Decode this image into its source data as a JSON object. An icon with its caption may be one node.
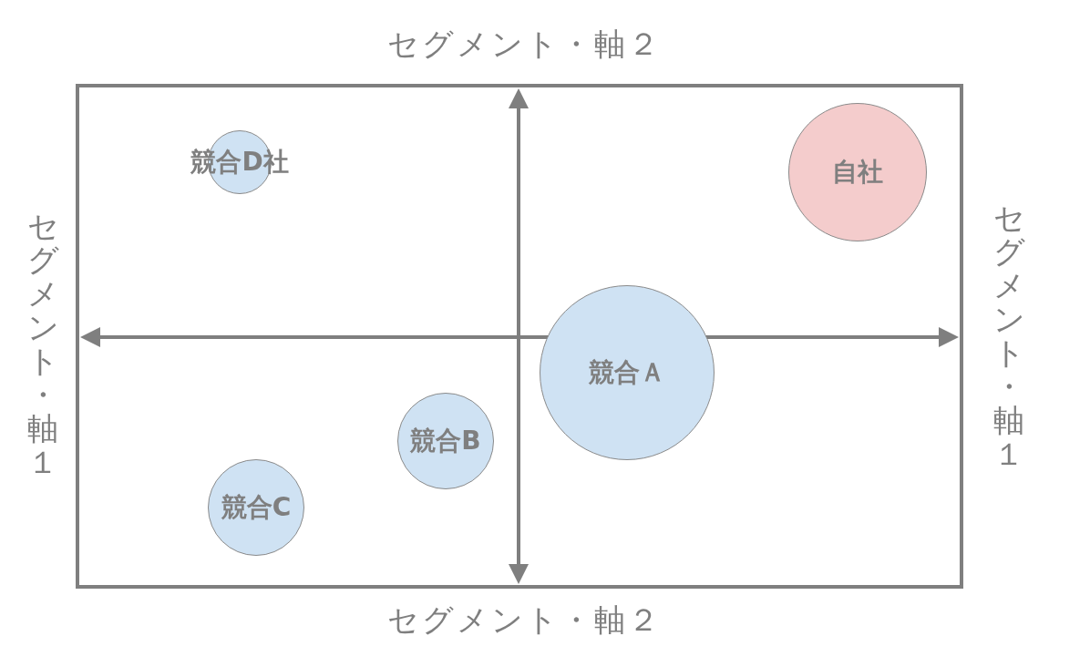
{
  "diagram": {
    "nodes": [
      {
        "text": [
          "競合D社"
        ]
      },
      {
        "text": [
          "自社"
        ]
      },
      {
        "text": [
          "競合Ａ"
        ]
      },
      {
        "text": [
          "競合B"
        ]
      },
      {
        "text": [
          "競合C"
        ]
      }
    ],
    "labels": [
      "セグメント・軸２",
      "セグメント・軸１",
      "セグメント・軸１",
      "セグメント・軸２"
    ]
  }
}
